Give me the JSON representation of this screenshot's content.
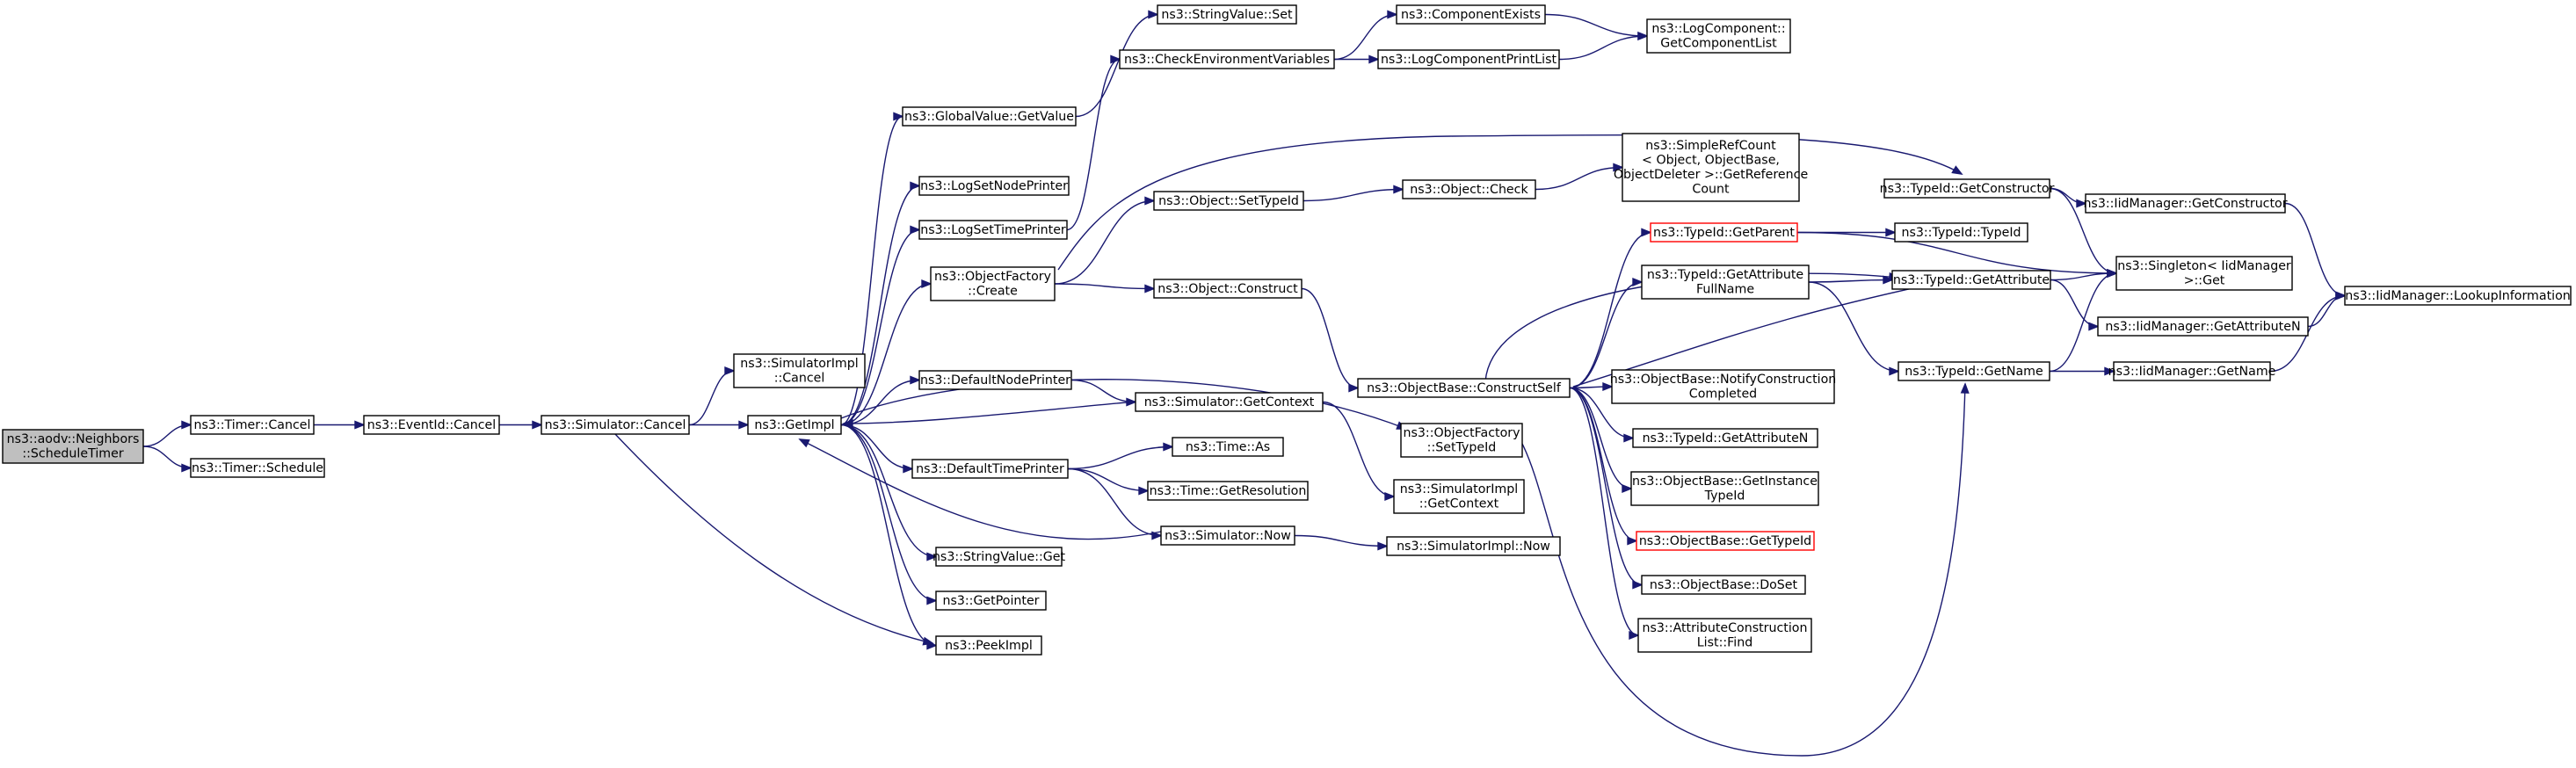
{
  "colors": {
    "edge": "#191970",
    "node_border": "#000000",
    "node_fill": "#ffffff",
    "root_fill": "#bfbfbf",
    "highlight_border": "#ff0000"
  },
  "nodes": {
    "root": [
      "ns3::aodv::Neighbors",
      "::ScheduleTimer"
    ],
    "timer_cancel": [
      "ns3::Timer::Cancel"
    ],
    "timer_schedule": [
      "ns3::Timer::Schedule"
    ],
    "eventid_cancel": [
      "ns3::EventId::Cancel"
    ],
    "simulator_cancel": [
      "ns3::Simulator::Cancel"
    ],
    "simulatorimpl_cancel": [
      "ns3::SimulatorImpl",
      "::Cancel"
    ],
    "getimpl": [
      "ns3::GetImpl"
    ],
    "globalvalue_getvalue": [
      "ns3::GlobalValue::GetValue"
    ],
    "logsetnodeprinter": [
      "ns3::LogSetNodePrinter"
    ],
    "logsettimeprinter": [
      "ns3::LogSetTimePrinter"
    ],
    "objectfactory_create": [
      "ns3::ObjectFactory",
      "::Create"
    ],
    "defaultnodeprinter": [
      "ns3::DefaultNodePrinter"
    ],
    "defaulttimeprinter": [
      "ns3::DefaultTimePrinter"
    ],
    "stringvalue_get": [
      "ns3::StringValue::Get"
    ],
    "getpointer": [
      "ns3::GetPointer"
    ],
    "peekimpl": [
      "ns3::PeekImpl"
    ],
    "stringvalue_set": [
      "ns3::StringValue::Set"
    ],
    "checkenv": [
      "ns3::CheckEnvironmentVariables"
    ],
    "componentexists": [
      "ns3::ComponentExists"
    ],
    "logcomponentprintlist": [
      "ns3::LogComponentPrintList"
    ],
    "logcomponent_getcomponentlist": [
      "ns3::LogComponent::",
      "GetComponentList"
    ],
    "object_settypeid": [
      "ns3::Object::SetTypeId"
    ],
    "object_check": [
      "ns3::Object::Check"
    ],
    "simplerefcount": [
      "ns3::SimpleRefCount",
      "< Object, ObjectBase,",
      "ObjectDeleter >::GetReference",
      "Count"
    ],
    "object_construct": [
      "ns3::Object::Construct"
    ],
    "simulator_getcontext": [
      "ns3::Simulator::GetContext"
    ],
    "time_as": [
      "ns3::Time::As"
    ],
    "time_getresolution": [
      "ns3::Time::GetResolution"
    ],
    "simulator_now": [
      "ns3::Simulator::Now"
    ],
    "simulatorimpl_now": [
      "ns3::SimulatorImpl::Now"
    ],
    "simulatorimpl_getcontext": [
      "ns3::SimulatorImpl",
      "::GetContext"
    ],
    "objectfactory_settypeid": [
      "ns3::ObjectFactory",
      "::SetTypeId"
    ],
    "objectbase_constructself": [
      "ns3::ObjectBase::ConstructSelf"
    ],
    "typeid_getparent": [
      "ns3::TypeId::GetParent"
    ],
    "typeid_typeid": [
      "ns3::TypeId::TypeId"
    ],
    "typeid_getattributefullname": [
      "ns3::TypeId::GetAttribute",
      "FullName"
    ],
    "objectbase_notifyconstructioncompleted": [
      "ns3::ObjectBase::NotifyConstruction",
      "Completed"
    ],
    "typeid_getattributen": [
      "ns3::TypeId::GetAttributeN"
    ],
    "objectbase_getinstancetypeid": [
      "ns3::ObjectBase::GetInstance",
      "TypeId"
    ],
    "objectbase_gettypeid": [
      "ns3::ObjectBase::GetTypeId"
    ],
    "objectbase_doset": [
      "ns3::ObjectBase::DoSet"
    ],
    "attributeconstructionlist_find": [
      "ns3::AttributeConstruction",
      "List::Find"
    ],
    "typeid_getconstructor": [
      "ns3::TypeId::GetConstructor"
    ],
    "iidmanager_getconstructor": [
      "ns3::IidManager::GetConstructor"
    ],
    "singleton_get": [
      "ns3::Singleton< IidManager",
      " >::Get"
    ],
    "typeid_getattribute": [
      "ns3::TypeId::GetAttribute"
    ],
    "iidmanager_getattributen": [
      "ns3::IidManager::GetAttributeN"
    ],
    "typeid_getname": [
      "ns3::TypeId::GetName"
    ],
    "iidmanager_getname": [
      "ns3::IidManager::GetName"
    ],
    "iidmanager_lookupinformation": [
      "ns3::IidManager::LookupInformation"
    ]
  },
  "edges": [
    [
      "root",
      "timer_cancel"
    ],
    [
      "root",
      "timer_schedule"
    ],
    [
      "timer_cancel",
      "eventid_cancel"
    ],
    [
      "eventid_cancel",
      "simulator_cancel"
    ],
    [
      "simulator_cancel",
      "simulatorimpl_cancel"
    ],
    [
      "simulator_cancel",
      "getimpl"
    ],
    [
      "simulator_cancel",
      "peekimpl"
    ],
    [
      "getimpl",
      "globalvalue_getvalue"
    ],
    [
      "getimpl",
      "logsetnodeprinter"
    ],
    [
      "getimpl",
      "logsettimeprinter"
    ],
    [
      "getimpl",
      "objectfactory_create"
    ],
    [
      "getimpl",
      "defaultnodeprinter"
    ],
    [
      "getimpl",
      "defaulttimeprinter"
    ],
    [
      "getimpl",
      "stringvalue_get"
    ],
    [
      "getimpl",
      "getpointer"
    ],
    [
      "getimpl",
      "peekimpl"
    ],
    [
      "getimpl",
      "objectfactory_settypeid"
    ],
    [
      "globalvalue_getvalue",
      "stringvalue_set"
    ],
    [
      "logsettimeprinter",
      "checkenv"
    ],
    [
      "checkenv",
      "componentexists"
    ],
    [
      "checkenv",
      "logcomponentprintlist"
    ],
    [
      "componentexists",
      "logcomponent_getcomponentlist"
    ],
    [
      "logcomponentprintlist",
      "logcomponent_getcomponentlist"
    ],
    [
      "objectfactory_create",
      "object_settypeid"
    ],
    [
      "objectfactory_create",
      "object_construct"
    ],
    [
      "objectfactory_create",
      "typeid_getconstructor"
    ],
    [
      "object_settypeid",
      "object_check"
    ],
    [
      "object_check",
      "simplerefcount"
    ],
    [
      "object_construct",
      "objectbase_constructself"
    ],
    [
      "defaultnodeprinter",
      "simulator_getcontext"
    ],
    [
      "simulator_getcontext",
      "getimpl"
    ],
    [
      "simulator_getcontext",
      "simulatorimpl_getcontext"
    ],
    [
      "defaulttimeprinter",
      "time_as"
    ],
    [
      "defaulttimeprinter",
      "time_getresolution"
    ],
    [
      "defaulttimeprinter",
      "simulator_now"
    ],
    [
      "simulator_now",
      "getimpl"
    ],
    [
      "simulator_now",
      "simulatorimpl_now"
    ],
    [
      "objectfactory_settypeid",
      "typeid_getname"
    ],
    [
      "objectbase_constructself",
      "typeid_getparent"
    ],
    [
      "objectbase_constructself",
      "typeid_getattributefullname"
    ],
    [
      "objectbase_constructself",
      "objectbase_notifyconstructioncompleted"
    ],
    [
      "objectbase_constructself",
      "typeid_getattributen"
    ],
    [
      "objectbase_constructself",
      "objectbase_getinstancetypeid"
    ],
    [
      "objectbase_constructself",
      "objectbase_gettypeid"
    ],
    [
      "objectbase_constructself",
      "objectbase_doset"
    ],
    [
      "objectbase_constructself",
      "attributeconstructionlist_find"
    ],
    [
      "objectbase_constructself",
      "typeid_getattribute"
    ],
    [
      "objectbase_constructself",
      "typeid_getname"
    ],
    [
      "typeid_getparent",
      "typeid_typeid"
    ],
    [
      "typeid_getparent",
      "singleton_get"
    ],
    [
      "typeid_getattributefullname",
      "typeid_getattribute"
    ],
    [
      "typeid_getattributefullname",
      "typeid_getname"
    ],
    [
      "typeid_getconstructor",
      "iidmanager_getconstructor"
    ],
    [
      "typeid_getconstructor",
      "singleton_get"
    ],
    [
      "iidmanager_getconstructor",
      "iidmanager_lookupinformation"
    ],
    [
      "typeid_getattribute",
      "singleton_get"
    ],
    [
      "typeid_getattribute",
      "iidmanager_getattributen"
    ],
    [
      "typeid_getname",
      "singleton_get"
    ],
    [
      "typeid_getname",
      "iidmanager_getname"
    ],
    [
      "iidmanager_getattributen",
      "iidmanager_lookupinformation"
    ],
    [
      "iidmanager_getname",
      "iidmanager_lookupinformation"
    ]
  ]
}
